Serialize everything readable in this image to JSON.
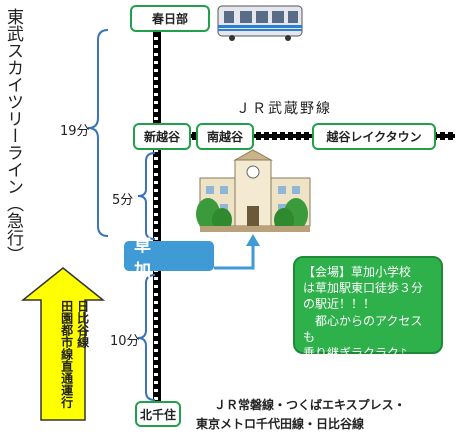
{
  "line_name": "東武スカイツリーライン（急行）",
  "stations": {
    "kasukabe": "春日部",
    "shinkoshigaya": "新越谷",
    "minamikoshigaya": "南越谷",
    "koshigaya_laketown": "越谷レイクタウン",
    "soka": "草　加",
    "kitasenju": "北千住"
  },
  "jr_line": "ＪＲ武蔵野線",
  "times": {
    "kasukabe_to_shinkoshigaya": "19分",
    "shinkoshigaya_to_soka": "5分",
    "soka_to_kitasenju": "10分"
  },
  "callout": {
    "line1": "【会場】草加小学校",
    "line2": "は草加駅東口徒歩３分",
    "line3": "の駅近！！！",
    "line4": "　都心からのアクセスも",
    "line5": "乗り継ぎラクラク♪"
  },
  "through_service": {
    "col1": "日比谷線",
    "col2": "田園都市線直通運行"
  },
  "transfer_lines": {
    "line1": "ＪＲ常磐線・つくばエキスプレス・",
    "line2": "東京メトロ千代田線・日比谷線"
  },
  "colors": {
    "station_border": "#20a04a",
    "soka_box": "#3f9ad6",
    "callout_bg": "#2eb04b",
    "arrow_fill": "#ffff00",
    "track": "#000000"
  },
  "icons": {
    "train": "train-illustration",
    "school": "school-building-illustration"
  }
}
